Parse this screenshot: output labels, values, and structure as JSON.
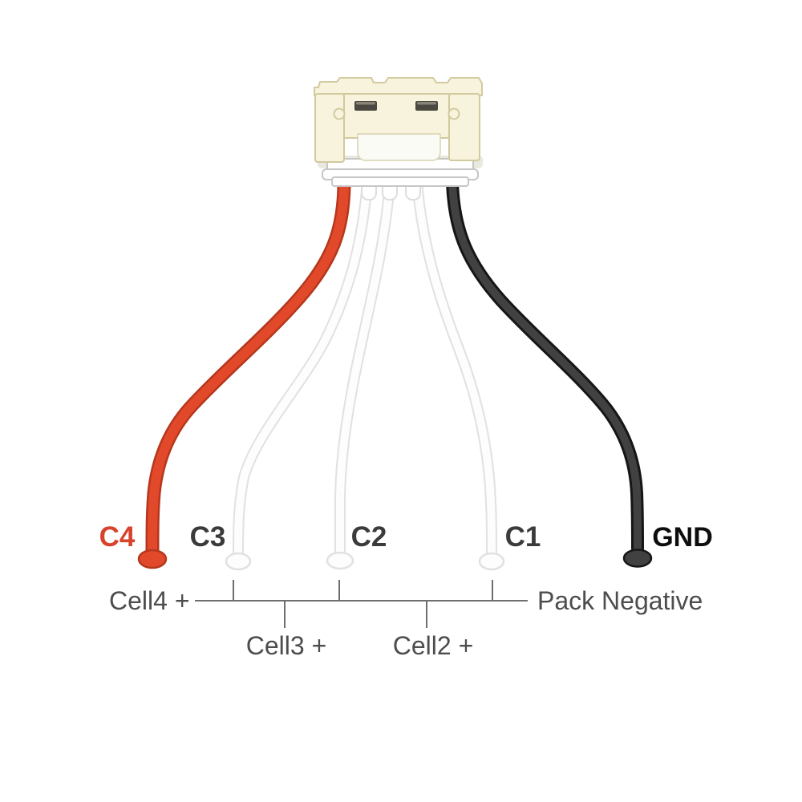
{
  "wires": [
    {
      "label": "C4",
      "color_name": "red",
      "color": "#e2492b",
      "color_outline": "#b5371c"
    },
    {
      "label": "C3",
      "color_name": "white",
      "color": "#fdfdfd",
      "color_outline": "#e2e1df"
    },
    {
      "label": "C2",
      "color_name": "white",
      "color": "#fdfdfd",
      "color_outline": "#e2e1df"
    },
    {
      "label": "C1",
      "color_name": "white",
      "color": "#fdfdfd",
      "color_outline": "#e2e1df"
    },
    {
      "label": "GND",
      "color_name": "black",
      "color": "#414141",
      "color_outline": "#161616"
    }
  ],
  "terminal_labels": {
    "cell4": "Cell4 +",
    "cell3": "Cell3 +",
    "cell2": "Cell2 +",
    "pack_negative": "Pack Negative"
  },
  "label_colors": {
    "c4": "#d8432b",
    "c_default": "#3b3b3b",
    "gnd": "#0d0d0d",
    "terminal": "#4d4d4d"
  },
  "connector_colors": {
    "body": "#f8f3dc",
    "border": "#d2c99e",
    "slot": "#4a4840",
    "slot_highlight": "#8e8b7d",
    "base": "#ffffff",
    "base_border": "#c6c6c6",
    "shadow": "#e3e1d6",
    "bracket": "#6e6e6e"
  }
}
